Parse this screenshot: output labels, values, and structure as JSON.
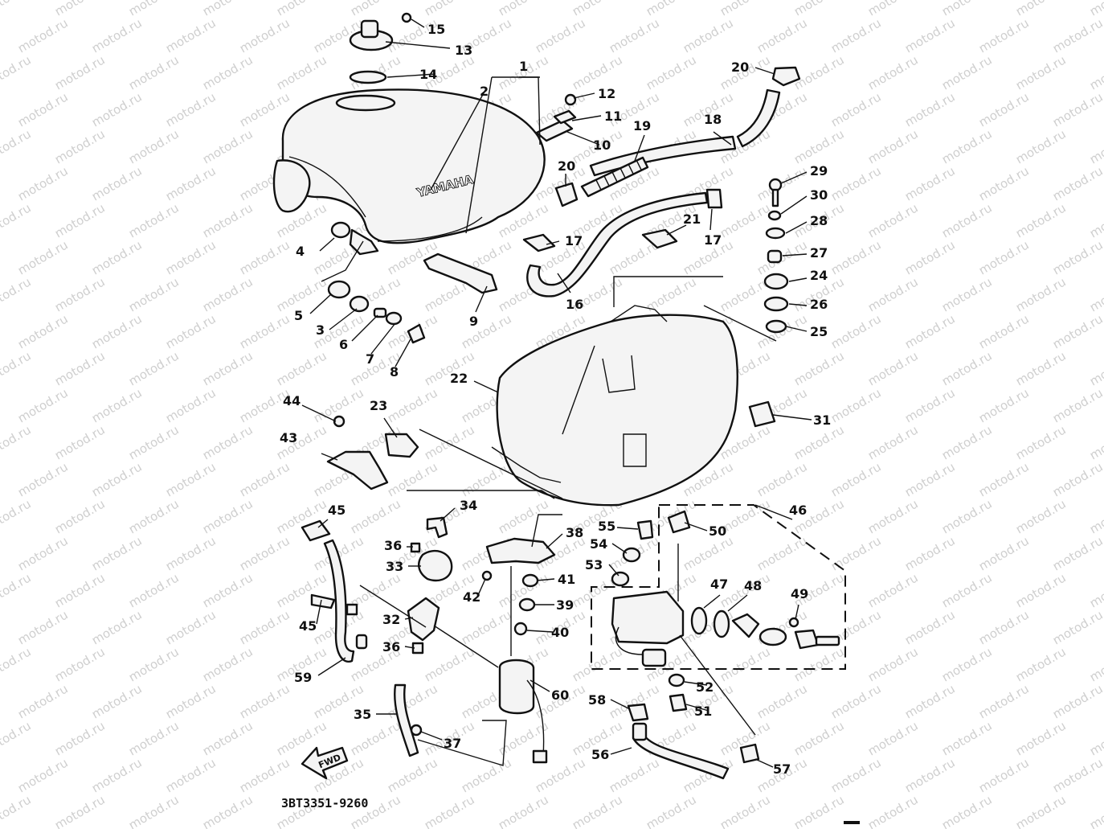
{
  "diagram": {
    "watermark_text": "motod.ru",
    "brand_text": "YAMAHA",
    "direction_label": "FWD",
    "drawing_code": "3BT3351-9260",
    "callouts": [
      {
        "id": "c1",
        "label": "1"
      },
      {
        "id": "c2",
        "label": "2"
      },
      {
        "id": "c3",
        "label": "3"
      },
      {
        "id": "c4",
        "label": "4"
      },
      {
        "id": "c5",
        "label": "5"
      },
      {
        "id": "c6",
        "label": "6"
      },
      {
        "id": "c7",
        "label": "7"
      },
      {
        "id": "c8",
        "label": "8"
      },
      {
        "id": "c9",
        "label": "9"
      },
      {
        "id": "c10",
        "label": "10"
      },
      {
        "id": "c11",
        "label": "11"
      },
      {
        "id": "c12",
        "label": "12"
      },
      {
        "id": "c13",
        "label": "13"
      },
      {
        "id": "c14",
        "label": "14"
      },
      {
        "id": "c15",
        "label": "15"
      },
      {
        "id": "c16",
        "label": "16"
      },
      {
        "id": "c17a",
        "label": "17"
      },
      {
        "id": "c17b",
        "label": "17"
      },
      {
        "id": "c18",
        "label": "18"
      },
      {
        "id": "c19",
        "label": "19"
      },
      {
        "id": "c20a",
        "label": "20"
      },
      {
        "id": "c20b",
        "label": "20"
      },
      {
        "id": "c21",
        "label": "21"
      },
      {
        "id": "c22",
        "label": "22"
      },
      {
        "id": "c23",
        "label": "23"
      },
      {
        "id": "c24",
        "label": "24"
      },
      {
        "id": "c25",
        "label": "25"
      },
      {
        "id": "c26",
        "label": "26"
      },
      {
        "id": "c27",
        "label": "27"
      },
      {
        "id": "c28",
        "label": "28"
      },
      {
        "id": "c29",
        "label": "29"
      },
      {
        "id": "c30",
        "label": "30"
      },
      {
        "id": "c31",
        "label": "31"
      },
      {
        "id": "c32",
        "label": "32"
      },
      {
        "id": "c33",
        "label": "33"
      },
      {
        "id": "c34",
        "label": "34"
      },
      {
        "id": "c35",
        "label": "35"
      },
      {
        "id": "c36a",
        "label": "36"
      },
      {
        "id": "c36b",
        "label": "36"
      },
      {
        "id": "c37",
        "label": "37"
      },
      {
        "id": "c38",
        "label": "38"
      },
      {
        "id": "c39",
        "label": "39"
      },
      {
        "id": "c40",
        "label": "40"
      },
      {
        "id": "c41",
        "label": "41"
      },
      {
        "id": "c42",
        "label": "42"
      },
      {
        "id": "c43",
        "label": "43"
      },
      {
        "id": "c44",
        "label": "44"
      },
      {
        "id": "c45a",
        "label": "45"
      },
      {
        "id": "c45b",
        "label": "45"
      },
      {
        "id": "c46",
        "label": "46"
      },
      {
        "id": "c47",
        "label": "47"
      },
      {
        "id": "c48",
        "label": "48"
      },
      {
        "id": "c49",
        "label": "49"
      },
      {
        "id": "c50",
        "label": "50"
      },
      {
        "id": "c51",
        "label": "51"
      },
      {
        "id": "c52",
        "label": "52"
      },
      {
        "id": "c53",
        "label": "53"
      },
      {
        "id": "c54",
        "label": "54"
      },
      {
        "id": "c55",
        "label": "55"
      },
      {
        "id": "c56",
        "label": "56"
      },
      {
        "id": "c57",
        "label": "57"
      },
      {
        "id": "c58",
        "label": "58"
      },
      {
        "id": "c59",
        "label": "59"
      },
      {
        "id": "c60",
        "label": "60"
      }
    ]
  }
}
